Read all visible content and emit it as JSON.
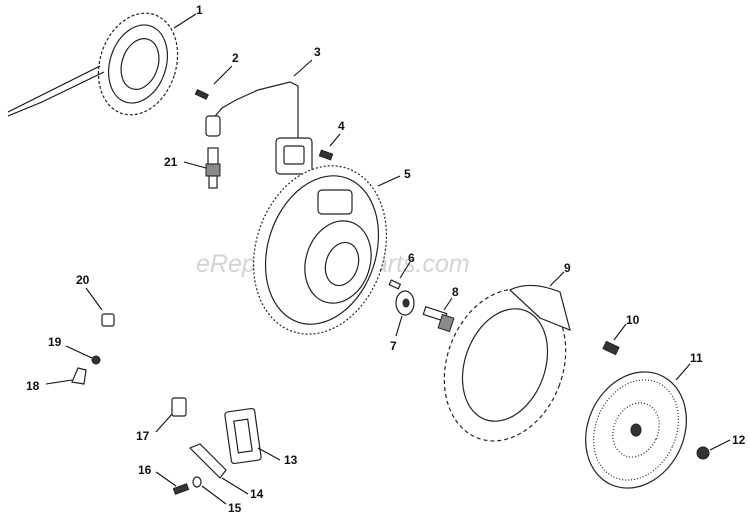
{
  "watermark": "eReplacementParts.com",
  "callouts": [
    "1",
    "2",
    "3",
    "4",
    "5",
    "6",
    "7",
    "8",
    "9",
    "10",
    "11",
    "12",
    "13",
    "14",
    "15",
    "16",
    "17",
    "18",
    "19",
    "20",
    "21"
  ],
  "colors": {
    "line": "#222222",
    "watermark": "#d4d4d4",
    "background": "#ffffff"
  }
}
